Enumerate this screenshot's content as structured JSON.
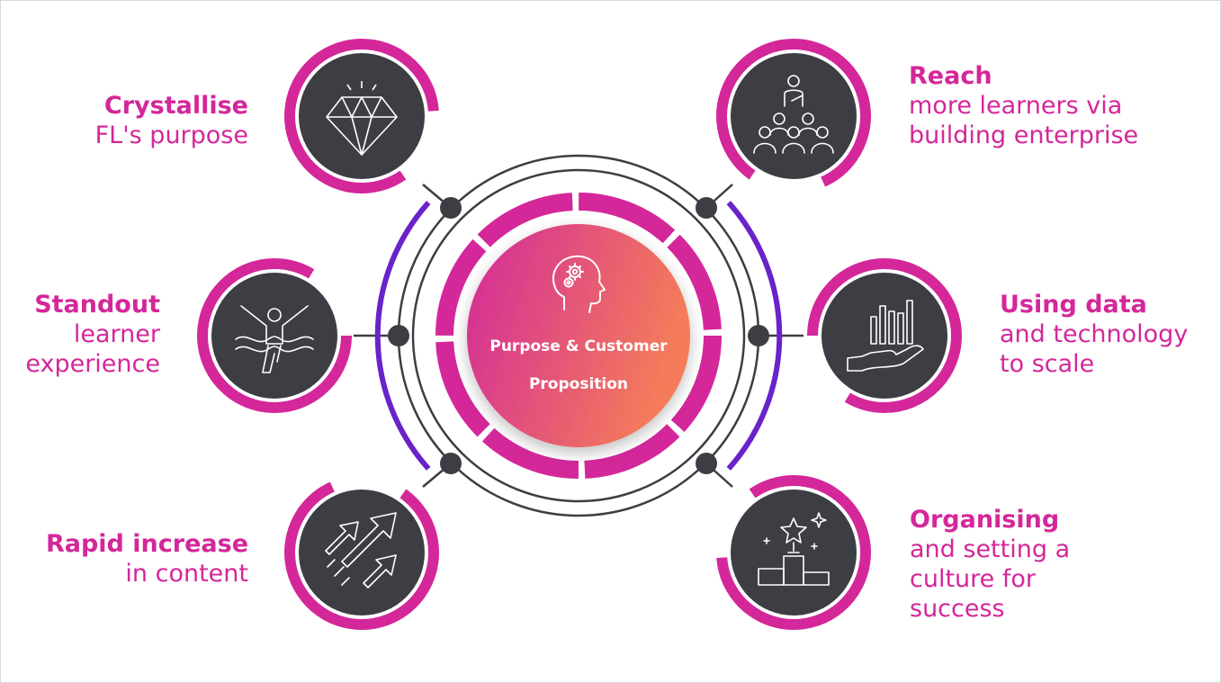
{
  "center": {
    "line1": "Purpose & Customer",
    "line2": "Proposition",
    "icon": "head-gears-icon"
  },
  "nodes": [
    {
      "id": "crystallise",
      "bold": "Crystallise",
      "rest": "FL's purpose",
      "icon": "diamond-icon"
    },
    {
      "id": "standout",
      "bold": "Standout",
      "rest": "learner\nexperience",
      "icon": "finish-line-runner-icon"
    },
    {
      "id": "rapid",
      "bold": "Rapid increase",
      "rest": "in content",
      "icon": "arrows-up-icon"
    },
    {
      "id": "reach",
      "bold": "Reach",
      "rest": "more learners via\nbuilding enterprise",
      "icon": "presenter-audience-icon"
    },
    {
      "id": "data",
      "bold": "Using data",
      "rest": "and technology\nto scale",
      "icon": "hand-chart-icon"
    },
    {
      "id": "organising",
      "bold": "Organising",
      "rest": "and setting a\nculture for\nsuccess",
      "icon": "trophy-podium-icon"
    }
  ],
  "colors": {
    "magenta": "#d4279a",
    "purple": "#6a22c9",
    "dark": "#3d3e44",
    "gradient_start": "#d22a99",
    "gradient_end": "#f47c5a"
  }
}
